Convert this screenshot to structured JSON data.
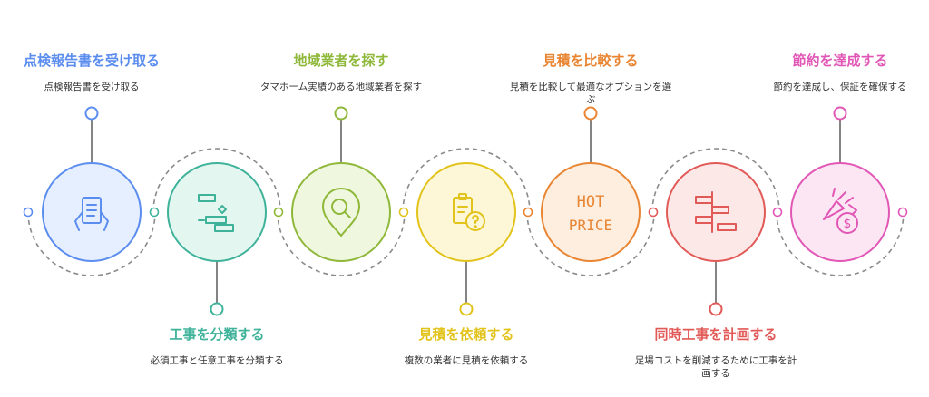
{
  "steps": [
    {
      "title": "点検報告書を受け取る",
      "desc": "点検報告書を受け取る",
      "color": "#5b8def",
      "fill": "#e6efff",
      "icon": "clipboard-hands-icon"
    },
    {
      "title": "工事を分類する",
      "desc": "必須工事と任意工事を分類する",
      "color": "#3fb39a",
      "fill": "#e3f6f0",
      "icon": "gantt-classify-icon"
    },
    {
      "title": "地域業者を探す",
      "desc": "タマホーム実績のある地域業者を探す",
      "color": "#8fb83a",
      "fill": "#eff7de",
      "icon": "location-search-icon"
    },
    {
      "title": "見積を依頼する",
      "desc": "複数の業者に見積を依頼する",
      "color": "#e2c31b",
      "fill": "#fdf7d8",
      "icon": "clipboard-question-icon"
    },
    {
      "title": "見積を比較する",
      "desc": "見積を比較して最適なオプションを選ぶ",
      "color": "#e98532",
      "fill": "#fdeee0",
      "icon": "hot-price-icon",
      "icon_text": [
        "HOT",
        "PRICE"
      ]
    },
    {
      "title": "同時工事を計画する",
      "desc": "足場コストを削減するために工事を計画する",
      "color": "#e25a57",
      "fill": "#fde8e8",
      "icon": "gantt-plan-icon"
    },
    {
      "title": "節約を達成する",
      "desc": "節約を達成し、保証を確保する",
      "color": "#e157b5",
      "fill": "#fce6f4",
      "icon": "savings-icon"
    }
  ]
}
